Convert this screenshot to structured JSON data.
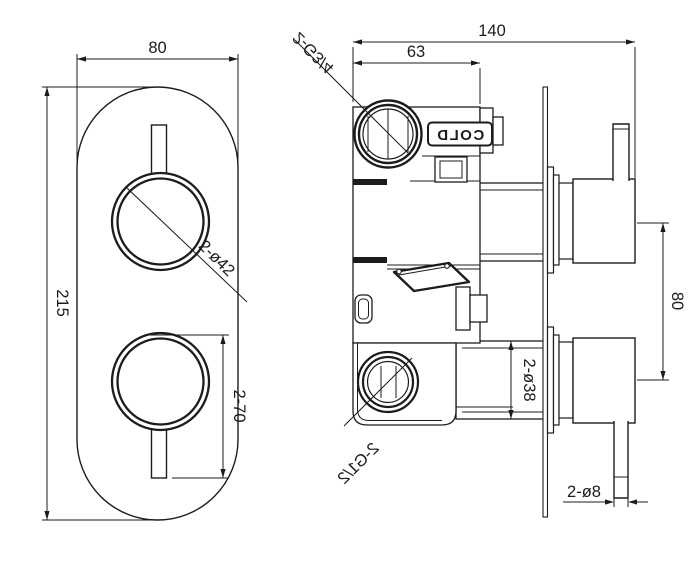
{
  "front_view": {
    "width_dim": "80",
    "height_dim": "215",
    "knob_diameter_dim": "2-ø42",
    "handle_length_dim": "2-70"
  },
  "side_view": {
    "total_depth_dim": "140",
    "body_depth_dim": "63",
    "inlet_thread_dim": "2-G3/4",
    "cold_label": "COLD",
    "handle_spacing_dim": "80",
    "escutcheon_diameter_dim": "2-ø38",
    "outlet_thread_dim": "2-G1/2",
    "stem_diameter_dim": "2-ø8"
  },
  "style": {
    "line_color": "#1c1c1c",
    "background": "#ffffff"
  }
}
